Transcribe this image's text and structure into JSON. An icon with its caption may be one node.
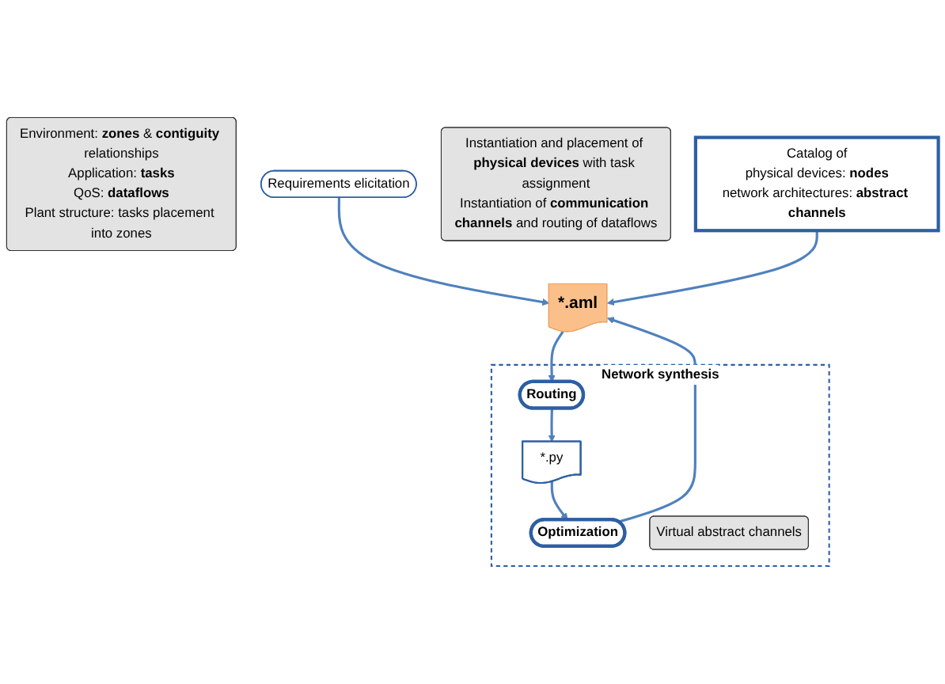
{
  "diagram": {
    "nodes": [
      {
        "text": [
          "Environment: **zones** & **contiguity** relationships",
          "Application: **tasks**",
          "QoS: **dataflows**",
          "Plant structure: tasks placement into zones"
        ]
      },
      {
        "text": [
          "Catalog of",
          "physical devices: **nodes**",
          "network architectures: **abstract channels**"
        ]
      },
      {
        "text": [
          "Instantiation and placement of **physical devices** with task assignment",
          "Instantiation of **communication channels** and routing of dataflows"
        ]
      },
      {
        "text": [
          "Requirements elicitation"
        ]
      },
      {
        "text": [
          "*.aml"
        ]
      },
      {
        "text": [
          "Network synthesis"
        ]
      },
      {
        "text": [
          "Routing"
        ],
        "in": 5
      },
      {
        "text": [
          "*.py"
        ],
        "in": 5
      },
      {
        "text": [
          "Optimization"
        ],
        "in": 5
      },
      {
        "text": [
          "Virtual abstract channels"
        ],
        "in": 5
      }
    ],
    "edges": [
      {
        "from": 3,
        "to": 4,
        "arrow": "to"
      },
      {
        "from": 1,
        "to": 4,
        "arrow": "to"
      },
      {
        "from": 4,
        "to": 6,
        "arrow": "to"
      },
      {
        "from": 6,
        "to": 7,
        "arrow": "to"
      },
      {
        "from": 7,
        "to": 8,
        "arrow": "to"
      },
      {
        "from": 8,
        "to": 4,
        "arrow": "to"
      }
    ]
  }
}
